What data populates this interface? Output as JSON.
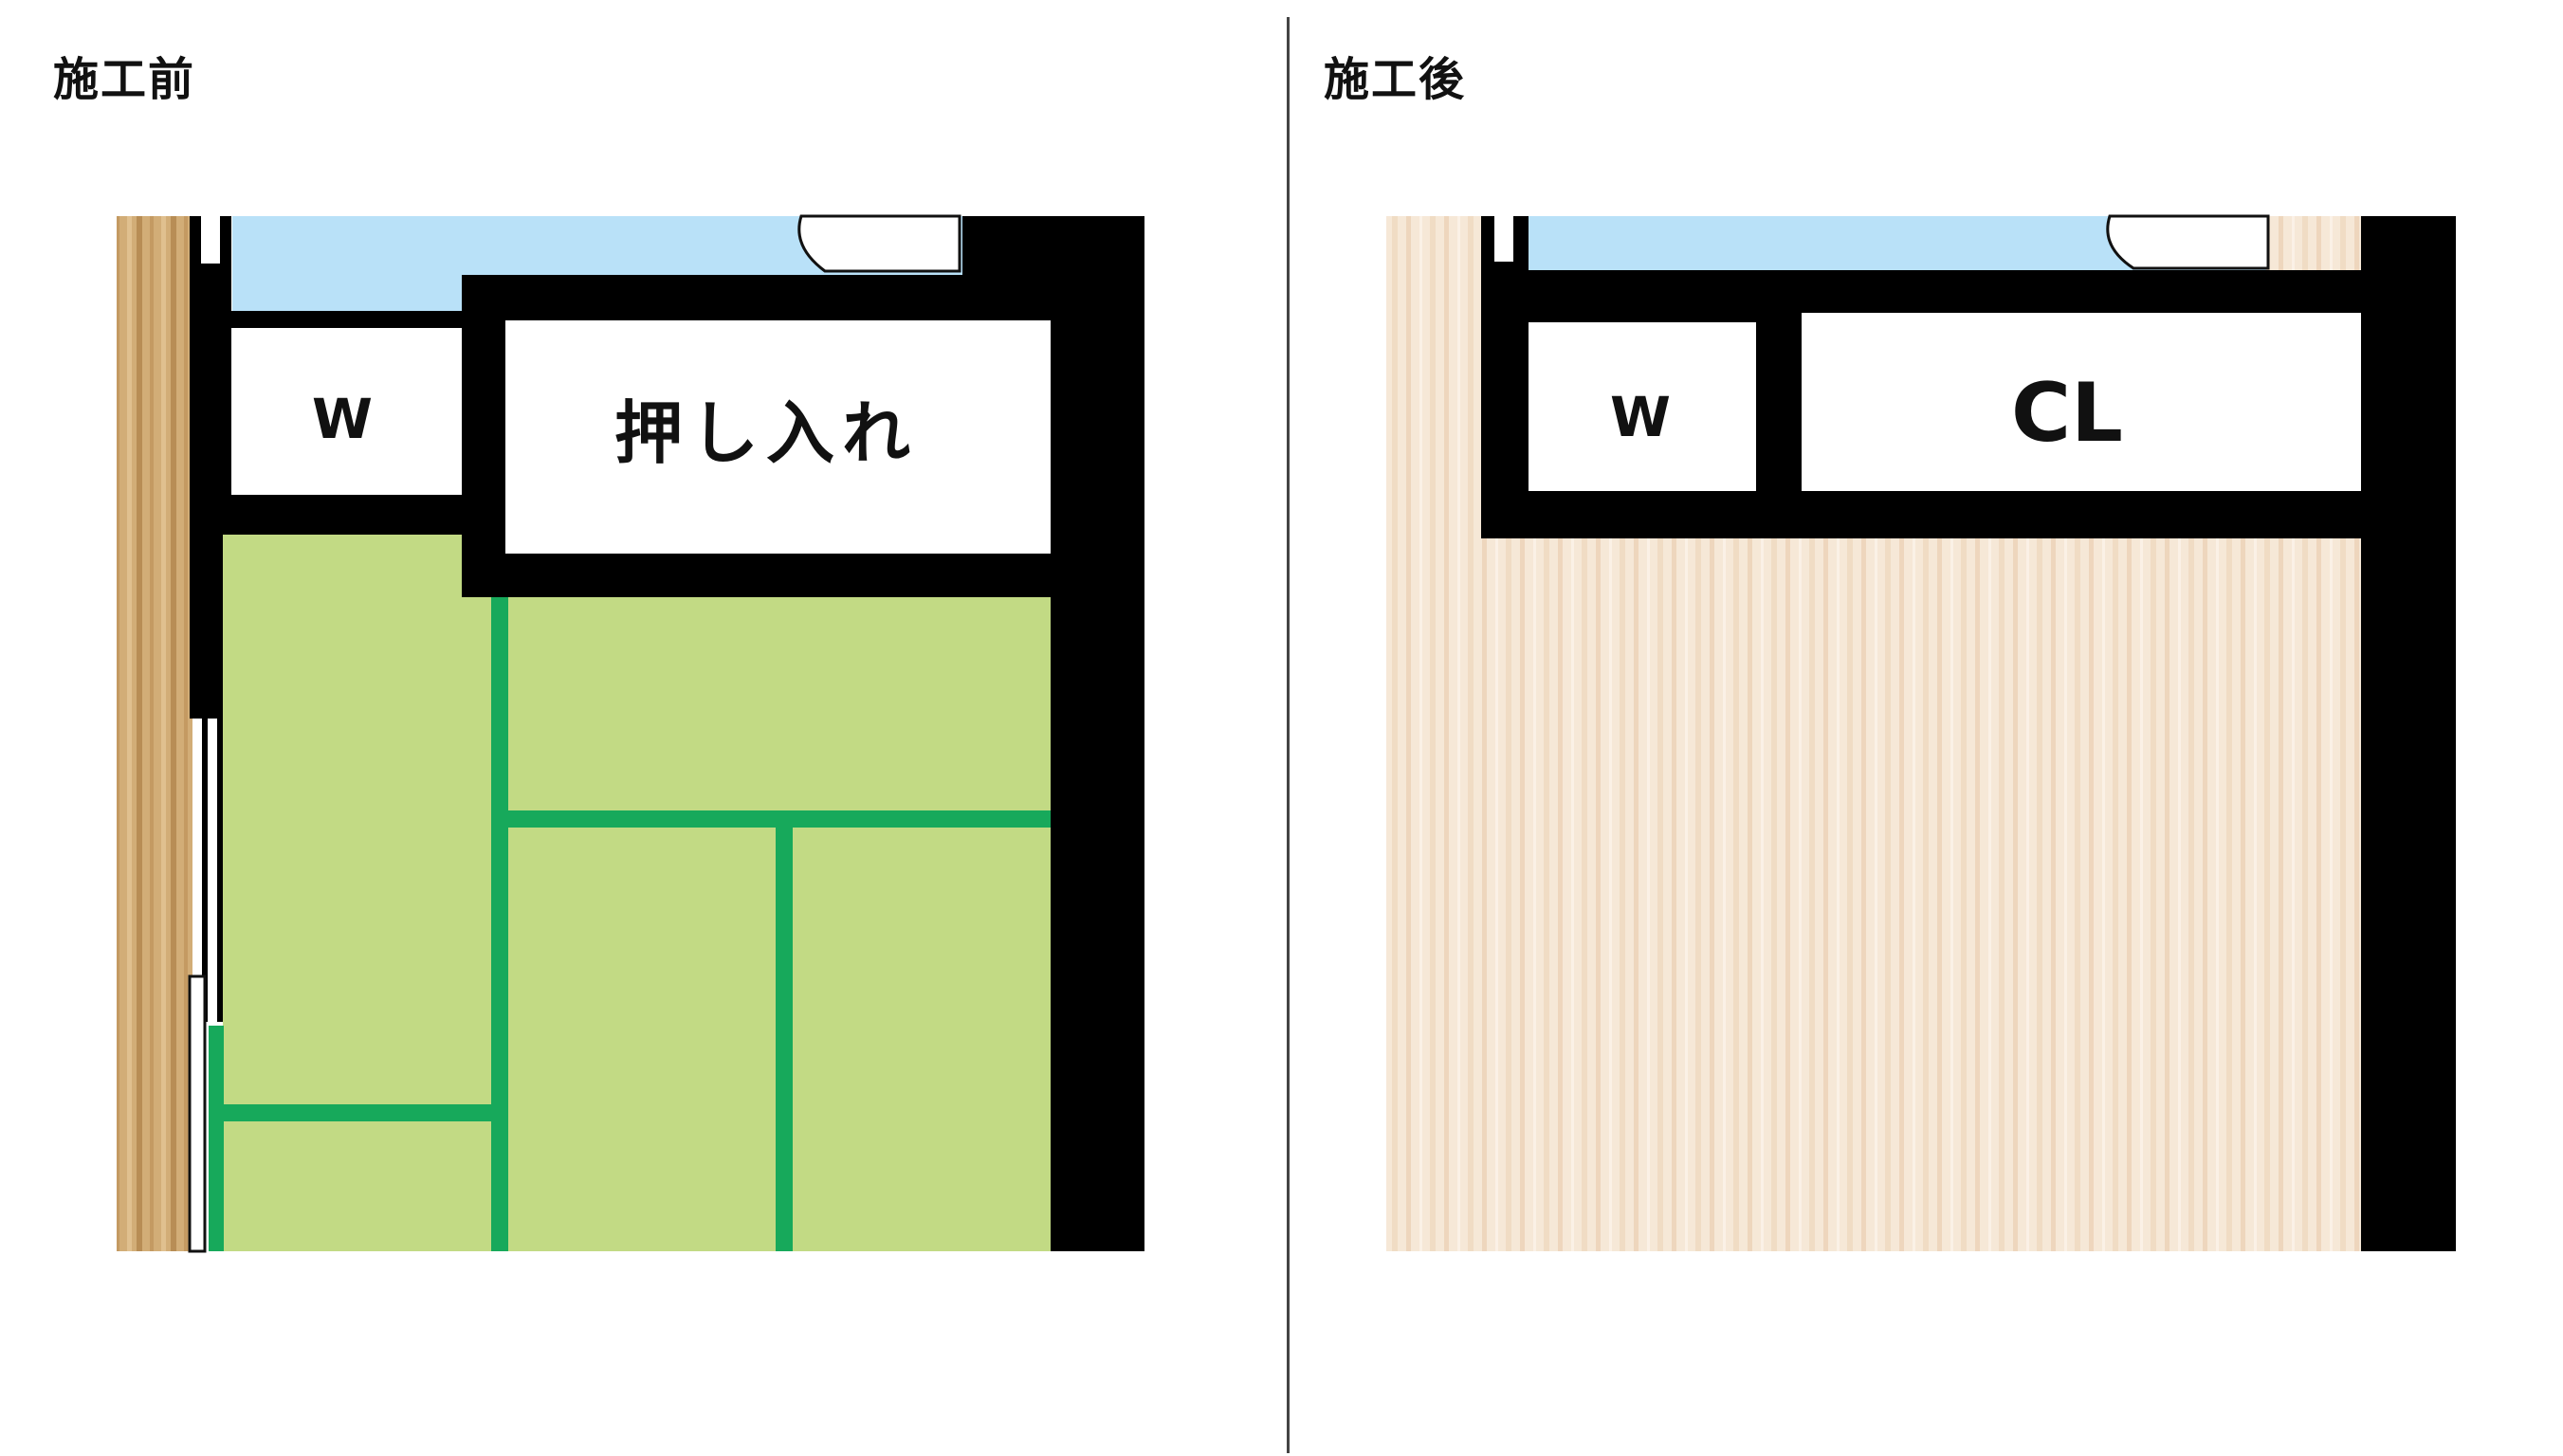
{
  "panels": {
    "before": {
      "title": "施工前",
      "small_room_label": "W",
      "closet_label": "押し入れ"
    },
    "after": {
      "title": "施工後",
      "small_room_label": "W",
      "closet_label": "CL"
    }
  },
  "colors": {
    "wall": "#000000",
    "tatami": "#c2da84",
    "tatami_border": "#17a95b",
    "sky": "#b9e1f8",
    "wood_floor_dark": "#c9a36a",
    "wood_floor_light": "#f5e6d4"
  }
}
